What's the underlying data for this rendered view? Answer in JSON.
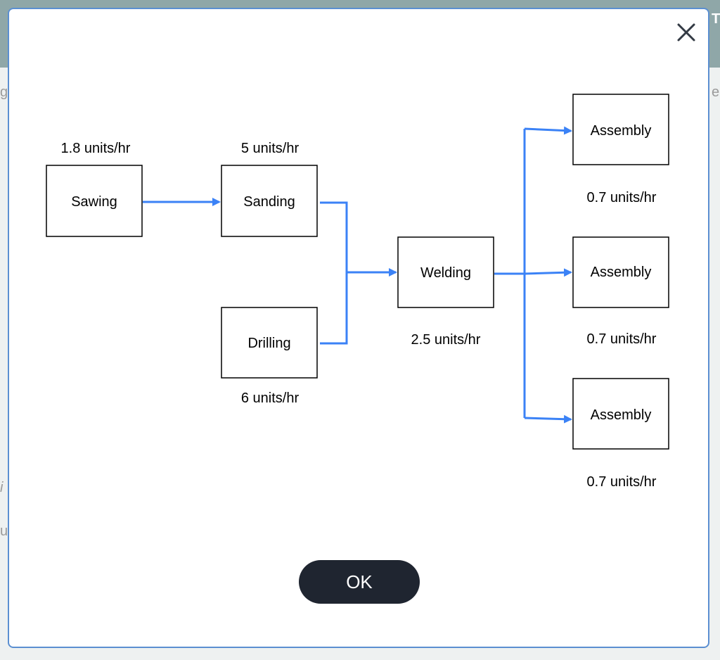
{
  "background": {
    "header_color": "#8fa7a8",
    "fragments": [
      "Th",
      "g",
      "e",
      "i",
      "u"
    ]
  },
  "dialog": {
    "close_icon": "close-icon",
    "ok_label": "OK"
  },
  "diagram": {
    "arrow_color": "#3b82f6",
    "nodes": [
      {
        "id": "sawing",
        "label": "Sawing",
        "rate": "1.8 units/hr"
      },
      {
        "id": "sanding",
        "label": "Sanding",
        "rate": "5 units/hr"
      },
      {
        "id": "drilling",
        "label": "Drilling",
        "rate": "6 units/hr"
      },
      {
        "id": "welding",
        "label": "Welding",
        "rate": "2.5 units/hr"
      },
      {
        "id": "assembly1",
        "label": "Assembly",
        "rate": "0.7 units/hr"
      },
      {
        "id": "assembly2",
        "label": "Assembly",
        "rate": "0.7 units/hr"
      },
      {
        "id": "assembly3",
        "label": "Assembly",
        "rate": "0.7 units/hr"
      }
    ],
    "edges": [
      {
        "from": "sawing",
        "to": "sanding"
      },
      {
        "from": "sanding",
        "to": "welding"
      },
      {
        "from": "drilling",
        "to": "welding"
      },
      {
        "from": "welding",
        "to": "assembly1"
      },
      {
        "from": "welding",
        "to": "assembly2"
      },
      {
        "from": "welding",
        "to": "assembly3"
      }
    ]
  }
}
